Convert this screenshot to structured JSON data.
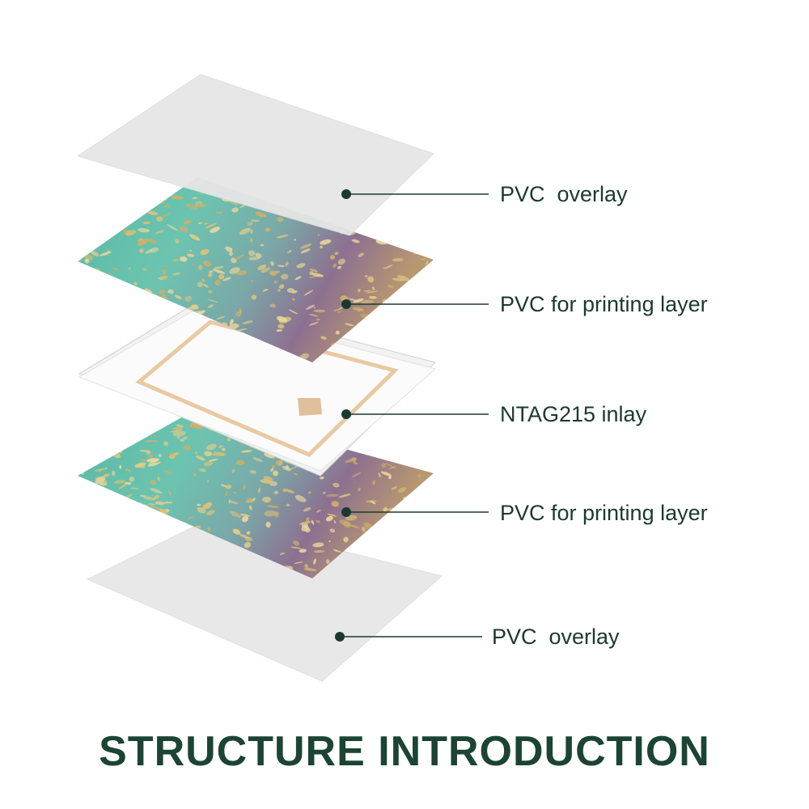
{
  "title": "STRUCTURE INTRODUCTION",
  "colors": {
    "line": "#1b3a2f",
    "dot": "#1b3a2f",
    "title": "#1b4434",
    "overlay": "#e6e6e6",
    "marble_teal": "#5fb5a8",
    "marble_gold": "#d8c07a",
    "marble_purple": "#8d7090",
    "antenna": "#e9c9a2"
  },
  "layers": [
    {
      "id": "top-overlay",
      "label": "PVC  overlay"
    },
    {
      "id": "top-print",
      "label": "PVC for printing layer"
    },
    {
      "id": "inlay",
      "label": "NTAG215 inlay"
    },
    {
      "id": "bottom-print",
      "label": "PVC for printing layer"
    },
    {
      "id": "bottom-overlay",
      "label": "PVC  overlay"
    }
  ]
}
